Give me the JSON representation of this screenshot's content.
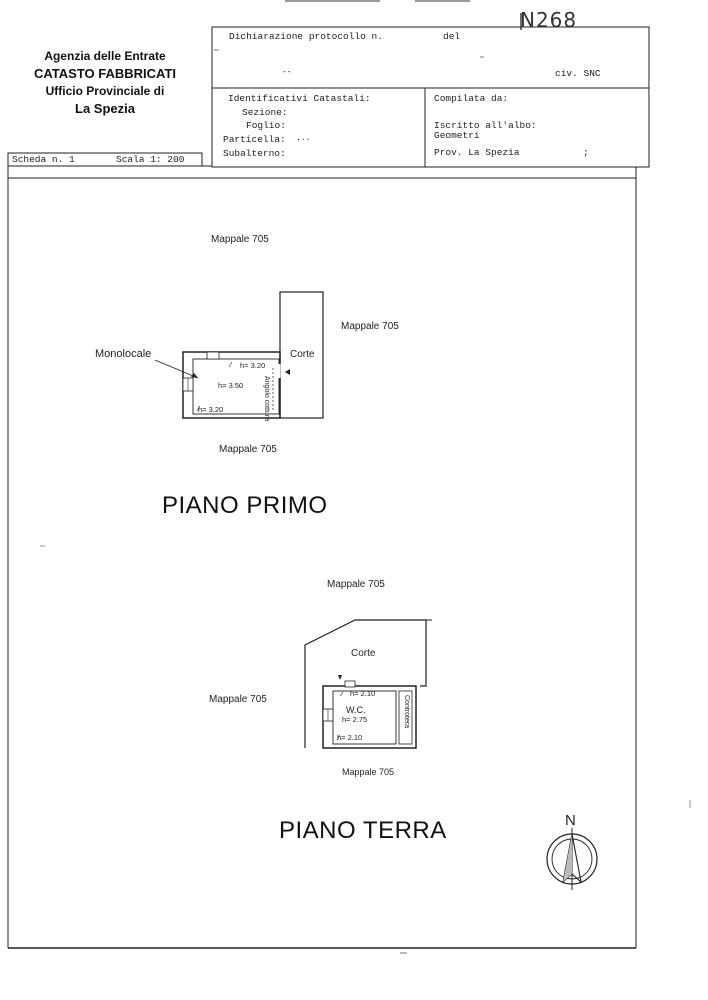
{
  "header": {
    "stamp_number": "N268",
    "agency": {
      "line1": "Agenzia delle Entrate",
      "line2": "CATASTO FABBRICATI",
      "line3": "Ufficio Provinciale di",
      "line4": "La Spezia"
    },
    "protocol": {
      "label": "Dichiarazione protocollo n.",
      "date_label": "del",
      "dash": "--",
      "civ": "civ. SNC"
    },
    "cadastral": {
      "title": "Identificativi Catastali:",
      "sezione": "Sezione:",
      "foglio": "Foglio:",
      "particella": "Particella:",
      "particella_value": "...",
      "subalterno": "Subalterno:"
    },
    "compiled": {
      "title": "Compilata da:",
      "iscritto": "Iscritto all'albo:",
      "geometri": "Geometri",
      "prov": "Prov. La Spezia",
      "sep": ";"
    },
    "scheda": "Scheda n. 1",
    "scala": "Scala 1: 200"
  },
  "plan_primo": {
    "mappale_top": "Mappale 705",
    "mappale_right": "Mappale 705",
    "mappale_bottom": "Mappale 705",
    "room_label": "Monolocale",
    "corte": "Corte",
    "h_top": "h= 3.20",
    "h_mid": "h= 3.50",
    "h_bottom": "h= 3.20",
    "vertical_note": "Angolo cottura",
    "title": "PIANO PRIMO"
  },
  "plan_terra": {
    "mappale_top": "Mappale 705",
    "mappale_left": "Mappale 705",
    "mappale_bottom": "Mappale 705",
    "corte": "Corte",
    "wc": "W.C.",
    "h_top": "h= 2.10",
    "h_mid": "h= 2.75",
    "h_bottom": "h= 2.10",
    "vertical_note": "Controtera",
    "title": "PIANO TERRA"
  },
  "compass": {
    "north": "N"
  }
}
